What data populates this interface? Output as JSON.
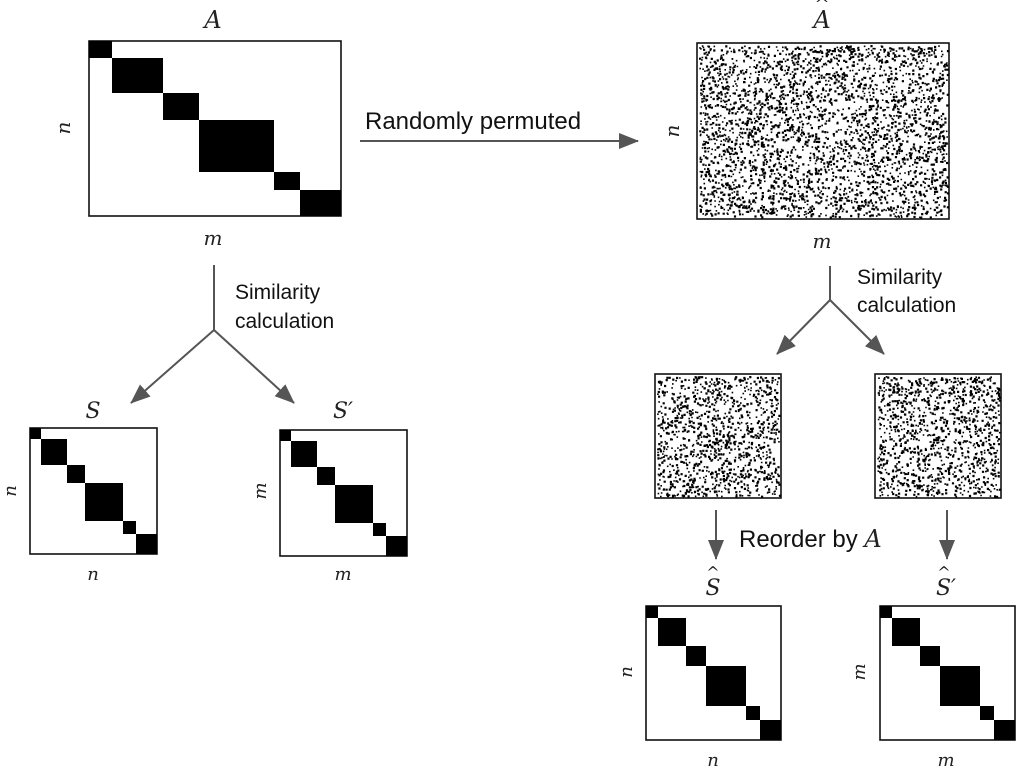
{
  "labels": {
    "A": "A",
    "A_hat": "A",
    "S": "S",
    "S_prime": "S′",
    "S_hat": "S",
    "S_hat_prime": "S′",
    "n": "n",
    "m": "m",
    "reorder_prefix": "Reorder by ",
    "reorder_var": "A"
  },
  "text": {
    "randomly_permuted": "Randomly permuted",
    "similarity_line1": "Similarity",
    "similarity_line2": "calculation"
  },
  "colors": {
    "block": "#000000",
    "arrow": "#555555",
    "frame": "#111111"
  }
}
